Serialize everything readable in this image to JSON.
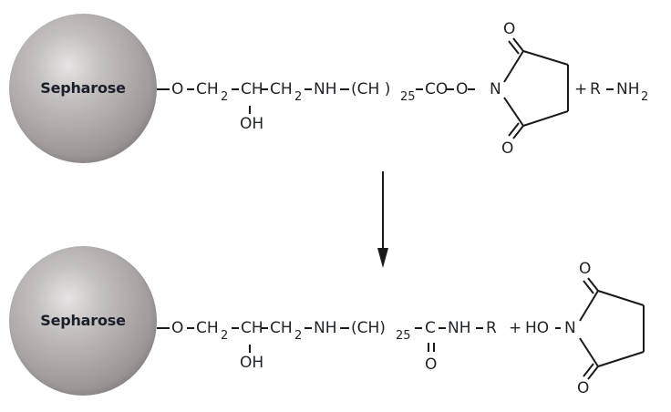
{
  "reaction": {
    "reactant": {
      "bead_label": "Sepharose",
      "chain": {
        "o": "O",
        "ch2_a": "CH",
        "ch2_a_sub": "2",
        "ch": "CH",
        "oh": "OH",
        "ch2_b": "CH",
        "ch2_b_sub": "2",
        "nh": "NH",
        "paren": "(CH )",
        "paren_sub": "25",
        "co": "CO",
        "o2": "O",
        "n": "N"
      },
      "ring": {
        "o_top": "O",
        "o_bottom": "O"
      },
      "plus": "+",
      "amine": {
        "r": "R",
        "nh": "NH",
        "nh_sub": "2"
      }
    },
    "arrow": {
      "direction": "down"
    },
    "product": {
      "bead_label": "Sepharose",
      "chain": {
        "o": "O",
        "ch2_a": "CH",
        "ch2_a_sub": "2",
        "ch": "CH",
        "oh": "OH",
        "ch2_b": "CH",
        "ch2_b_sub": "2",
        "nh": "NH",
        "paren": "(CH)",
        "paren_sub": "25",
        "c": "C",
        "c_o": "O",
        "nh2": "NH",
        "r": "R"
      },
      "plus": "+",
      "byproduct": {
        "ho": "HO",
        "n": "N",
        "o_top": "O",
        "o_bottom": "O"
      }
    }
  },
  "colors": {
    "bead_light": "#e6e4e4",
    "bead_dark": "#7e7877",
    "text": "#1f2328",
    "bond": "#1a1a1a"
  }
}
